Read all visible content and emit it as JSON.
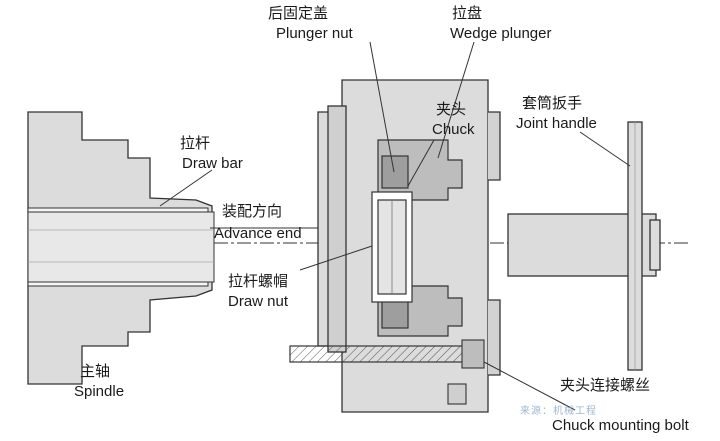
{
  "labels": {
    "plunger_nut": {
      "zh": "后固定盖",
      "en": "Plunger nut"
    },
    "wedge_plunger": {
      "zh": "拉盘",
      "en": "Wedge plunger"
    },
    "chuck": {
      "zh": "夹头",
      "en": "Chuck"
    },
    "joint_handle": {
      "zh": "套筒扳手",
      "en": "Joint handle"
    },
    "draw_bar": {
      "zh": "拉杆",
      "en": "Draw bar"
    },
    "advance_end": {
      "zh": "装配方向",
      "en": "Advance end"
    },
    "draw_nut": {
      "zh": "拉杆螺帽",
      "en": "Draw nut"
    },
    "spindle": {
      "zh": "主轴",
      "en": "Spindle"
    },
    "chuck_mounting_bolt": {
      "zh": "夹头连接螺丝",
      "en": "Chuck mounting bolt"
    }
  },
  "watermark": "来源：机械工程"
}
